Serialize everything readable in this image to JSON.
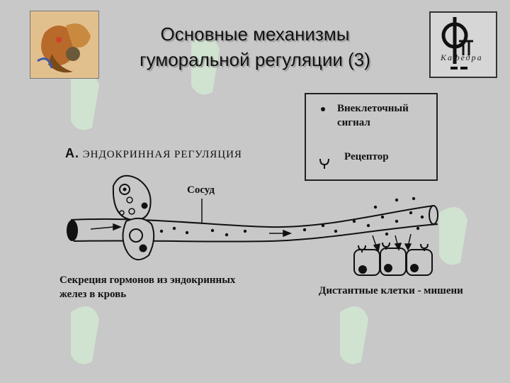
{
  "slide": {
    "title_line1": "Основные механизмы",
    "title_line2": "гуморальной регуляции (3)"
  },
  "logo_right": {
    "text": "Кафедра"
  },
  "legend": {
    "signal_label": "Внеклеточный сигнал",
    "receptor_label": "Рецептор"
  },
  "diagram": {
    "section_letter": "А.",
    "section_title": "ЭНДОКРИННАЯ РЕГУЛЯЦИЯ",
    "vessel_label": "Сосуд",
    "secretion_label": "Секреция гормонов из эндокринных желез в кровь",
    "targets_label": "Дистантные клетки - мишени"
  },
  "colors": {
    "background": "#c8c8c8",
    "ink": "#111111",
    "watermark": "#d4ecd4"
  }
}
